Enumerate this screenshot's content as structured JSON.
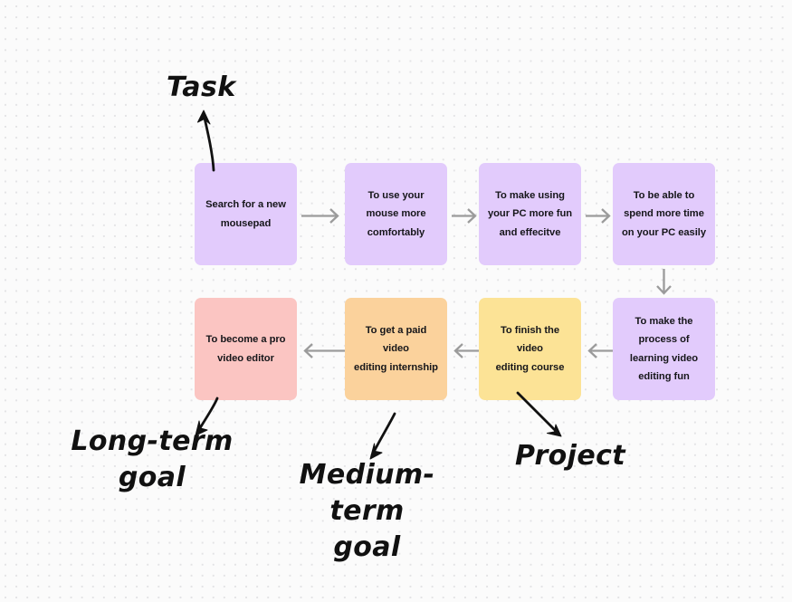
{
  "diagram": {
    "title": "Goal ladder flow diagram",
    "background_color": "#fbfbfb",
    "grid_dot_color": "#e3e3e5",
    "connector_color": "#9b9b9b",
    "annotation_color": "#111111",
    "palette": {
      "purple": "#e2cbfc",
      "pink": "#fbc5c2",
      "orange": "#fbd29c",
      "yellow": "#fce396"
    },
    "nodes": [
      {
        "id": "n1",
        "label": "Search for a new\nmousepad",
        "color": "#e2cbfc",
        "category": "task"
      },
      {
        "id": "n2",
        "label": "To use your\nmouse more\ncomfortably",
        "color": "#e2cbfc",
        "category": "task"
      },
      {
        "id": "n3",
        "label": "To make using\nyour PC more fun\nand effecitve",
        "color": "#e2cbfc",
        "category": "task"
      },
      {
        "id": "n4",
        "label": "To be able to\nspend more time\non your PC easily",
        "color": "#e2cbfc",
        "category": "task"
      },
      {
        "id": "n5",
        "label": "To make the\nprocess of\nlearning video\nediting fun",
        "color": "#e2cbfc",
        "category": "task"
      },
      {
        "id": "n6",
        "label": "To finish the video\nediting course",
        "color": "#fce396",
        "category": "project"
      },
      {
        "id": "n7",
        "label": "To get a paid video\nediting internship",
        "color": "#fbd29c",
        "category": "medium-term-goal"
      },
      {
        "id": "n8",
        "label": "To become a pro\nvideo editor",
        "color": "#fbc5c2",
        "category": "long-term-goal"
      }
    ],
    "connectors": [
      {
        "id": "c1",
        "from": "n1",
        "to": "n2",
        "direction": "right"
      },
      {
        "id": "c2",
        "from": "n2",
        "to": "n3",
        "direction": "right"
      },
      {
        "id": "c3",
        "from": "n3",
        "to": "n4",
        "direction": "right"
      },
      {
        "id": "c4",
        "from": "n4",
        "to": "n5",
        "direction": "down"
      },
      {
        "id": "c5",
        "from": "n5",
        "to": "n6",
        "direction": "left"
      },
      {
        "id": "c6",
        "from": "n6",
        "to": "n7",
        "direction": "left"
      },
      {
        "id": "c7",
        "from": "n7",
        "to": "n8",
        "direction": "left"
      }
    ],
    "annotations": [
      {
        "id": "a1",
        "text": "Task",
        "points_to": "n1"
      },
      {
        "id": "a2",
        "text": "Long-term\ngoal",
        "points_to": "n8"
      },
      {
        "id": "a3",
        "text": "Medium-term\ngoal",
        "points_to": "n7"
      },
      {
        "id": "a4",
        "text": "Project",
        "points_to": "n6"
      }
    ]
  }
}
